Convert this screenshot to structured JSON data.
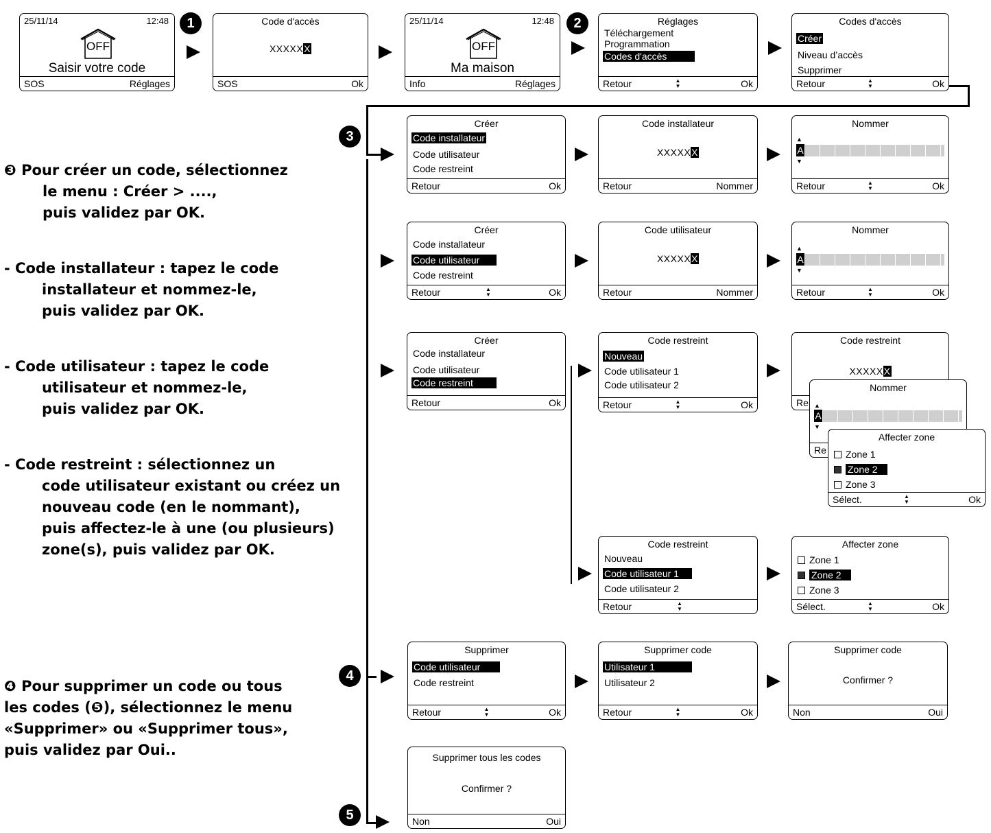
{
  "row1": {
    "home1": {
      "date": "25/11/14",
      "time": "12:48",
      "state": "OFF",
      "label": "Saisir votre code",
      "left": "SOS",
      "right": "Réglages"
    },
    "access": {
      "title": "Code d'accès",
      "code": "XXXXX",
      "cursor": "X",
      "left": "SOS",
      "right": "Ok"
    },
    "home2": {
      "date": "25/11/14",
      "time": "12:48",
      "state": "OFF",
      "label": "Ma maison",
      "left": "Info",
      "right": "Réglages"
    },
    "settings": {
      "title": "Réglages",
      "items": [
        "Téléchargement",
        "Programmation",
        "Codes d'accès"
      ],
      "left": "Retour",
      "mid": "▲▼",
      "right": "Ok"
    },
    "codes": {
      "title": "Codes d'accès",
      "items": [
        "Créer",
        "Niveau d’accès",
        "Supprimer"
      ],
      "left": "Retour",
      "mid": "▲▼",
      "right": "Ok"
    }
  },
  "badges": {
    "b1": "1",
    "b2": "2",
    "b3": "3",
    "b4": "4",
    "b5": "5"
  },
  "create": {
    "title": "Créer",
    "items": [
      "Code installateur",
      "Code utilisateur",
      "Code restreint"
    ],
    "left": "Retour",
    "mid": "▲▼",
    "right": "Ok"
  },
  "install": {
    "title": "Code installateur",
    "code": "XXXXX",
    "cursor": "X",
    "left": "Retour",
    "right": "Nommer"
  },
  "user": {
    "title": "Code utilisateur",
    "code": "XXXXX",
    "cursor": "X",
    "left": "Retour",
    "right": "Nommer"
  },
  "name": {
    "title": "Nommer",
    "letter": "A",
    "left": "Retour",
    "mid": "▲▼",
    "right": "Ok",
    "partial_left": "Re"
  },
  "restricted": {
    "title": "Code restreint",
    "items": [
      "Nouveau",
      "Code utilisateur 1",
      "Code utilisateur 2"
    ],
    "left": "Retour",
    "mid": "▲▼",
    "right": "Ok",
    "code": "XXXXX",
    "cursor": "X"
  },
  "zones": {
    "title": "Affecter zone",
    "items": [
      "Zone 1",
      "Zone 2",
      "Zone 3"
    ],
    "left": "Sélect.",
    "mid": "▲▼",
    "right": "Ok"
  },
  "delete": {
    "title": "Supprimer",
    "items": [
      "Code utilisateur",
      "Code restreint"
    ],
    "left": "Retour",
    "mid": "▲▼",
    "right": "Ok"
  },
  "delete_code": {
    "title": "Supprimer code",
    "items": [
      "Utilisateur 1",
      "Utilisateur 2"
    ],
    "left": "Retour",
    "mid": "▲▼",
    "right": "Ok",
    "confirm": "Confirmer ?",
    "no": "Non",
    "yes": "Oui"
  },
  "delete_all": {
    "title": "Supprimer tous les codes",
    "confirm": "Confirmer ?",
    "no": "Non",
    "yes": "Oui"
  },
  "instructions": {
    "step3": [
      "❸ Pour créer un code, sélectionnez",
      "le menu : Créer > ....,",
      "puis validez par OK."
    ],
    "installer": [
      "- Code installateur : tapez le code",
      "installateur et nommez-le,",
      "puis validez par OK."
    ],
    "user": [
      "- Code utilisateur : tapez le code",
      "utilisateur et nommez-le,",
      "puis validez par OK."
    ],
    "restricted": [
      "- Code restreint : sélectionnez un",
      "code utilisateur existant ou créez un",
      "nouveau code (en le nommant),",
      "puis affectez-le à une (ou plusieurs)",
      "zone(s), puis validez par OK."
    ],
    "step4": [
      "❹ Pour supprimer un code ou tous",
      "les codes (❺), sélectionnez le menu",
      "«Supprimer» ou «Supprimer tous»,",
      "puis validez par Oui.."
    ]
  }
}
